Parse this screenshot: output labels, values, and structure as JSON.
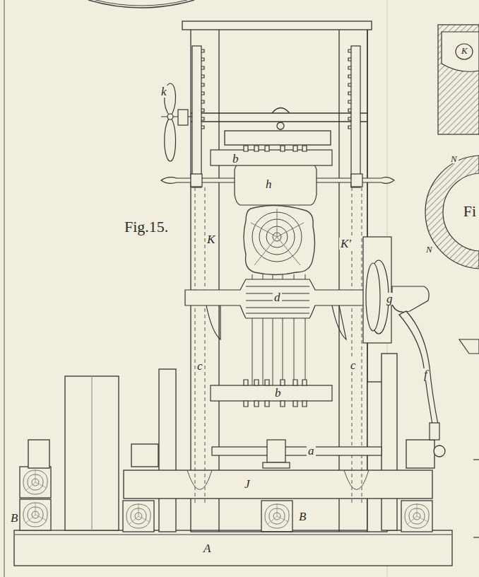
{
  "diagram": {
    "labels": [
      "K",
      "k",
      "N",
      "b",
      "h",
      "Fig.15.",
      "Fi",
      "K",
      "K'",
      "N",
      "d",
      "g",
      "c",
      "c",
      "f",
      "b",
      "a",
      "J",
      "B",
      "B",
      "A"
    ]
  }
}
